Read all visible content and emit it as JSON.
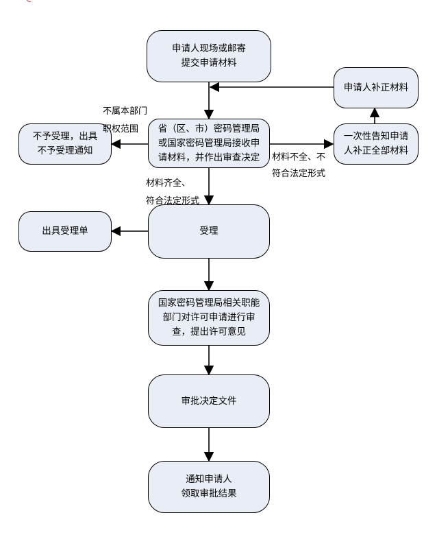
{
  "diagram": {
    "colors": {
      "node_fill": "#e9eef6",
      "stroke": "#000000",
      "corner_mark": "#e04040"
    },
    "nodes": {
      "submit": "申请人现场或邮寄\n提交申请材料",
      "supplement": "申请人补正材料",
      "receive": "省（区、市）密码管理局\n或国家密码管理局接收申\n请材料，并作出审查决定",
      "reject": "不予受理，出具\n不予受理通知",
      "notify_once": "一次性告知申请\n人补正全部材料",
      "accept": "受理",
      "issue_receipt": "出具受理单",
      "review": "国家密码管理局相关职能\n部门对许可申请进行审\n查，提出许可意见",
      "approval_doc": "审批决定文件",
      "notify_result": "通知申请人\n领取审批结果"
    },
    "labels": {
      "out_of_scope": "不属本部门\n职权范围",
      "incomplete": "材料不全、不\n符合法定形式",
      "complete": "材料齐全、\n符合法定形式"
    }
  }
}
